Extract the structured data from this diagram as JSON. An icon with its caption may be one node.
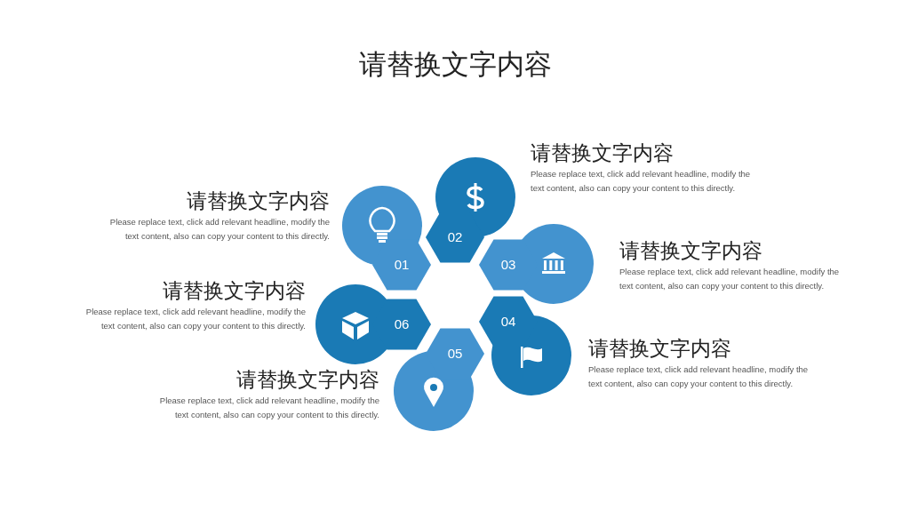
{
  "diagram": {
    "title": "请替换文字内容",
    "nodes": [
      {
        "text": [
          "01"
        ],
        "beside": [
          "请替换文字内容",
          "Please replace text, click add relevant headline, modify the text content, also can copy your content to this directly."
        ]
      },
      {
        "text": [
          "02"
        ],
        "beside": [
          "请替换文字内容",
          "Please replace text, click add relevant headline, modify the text content, also can copy your content to this directly."
        ]
      },
      {
        "text": [
          "03"
        ],
        "beside": [
          "请替换文字内容",
          "Please replace text, click add relevant headline, modify the text content, also can copy your content to this directly."
        ]
      },
      {
        "text": [
          "04"
        ],
        "beside": [
          "请替换文字内容",
          "Please replace text, click add relevant headline, modify the text content, also can copy your content to this directly."
        ]
      },
      {
        "text": [
          "05"
        ],
        "beside": [
          "请替换文字内容",
          "Please replace text, click add relevant headline, modify the text content, also can copy your content to this directly."
        ]
      },
      {
        "text": [
          "06"
        ],
        "beside": [
          "请替换文字内容",
          "Please replace text, click add relevant headline, modify the text content, also can copy your content to this directly."
        ]
      }
    ],
    "edges": []
  }
}
